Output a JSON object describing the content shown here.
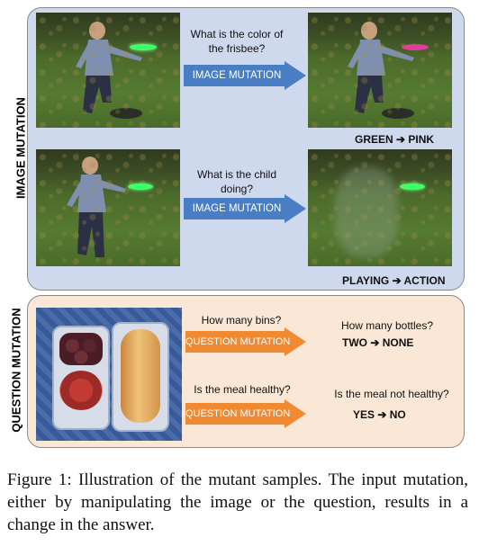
{
  "image_mutation": {
    "side_label": "IMAGE MUTATION",
    "rows": [
      {
        "question": "What is the color of the frisbee?",
        "arrow_label": "IMAGE MUTATION",
        "result": "GREEN ➔ PINK",
        "frisbee_color_original": "#3dff66",
        "frisbee_color_mutated": "#e0409a"
      },
      {
        "question": "What is the child doing?",
        "arrow_label": "IMAGE MUTATION",
        "result": "PLAYING ➔ ACTION",
        "frisbee_color_original": "#3dff66",
        "frisbee_color_mutated": "#3dff66"
      }
    ]
  },
  "question_mutation": {
    "side_label": "QUESTION MUTATION",
    "rows": [
      {
        "question": "How many bins?",
        "arrow_label": "QUESTION MUTATION",
        "mutated_question": "How many bottles?",
        "result": "TWO ➔ NONE"
      },
      {
        "question": "Is the meal healthy?",
        "arrow_label": "QUESTION MUTATION",
        "mutated_question": "Is the meal not healthy?",
        "result": "YES ➔ NO"
      }
    ]
  },
  "caption": "Figure 1: Illustration of the mutant samples. The input mutation, either by manipulating the image or the question, results in a change in the answer.",
  "colors": {
    "image_panel_bg": "#cfd9ee",
    "question_panel_bg": "#fae7d6",
    "image_arrow": "#4a7ec4",
    "question_arrow": "#f08a32"
  }
}
